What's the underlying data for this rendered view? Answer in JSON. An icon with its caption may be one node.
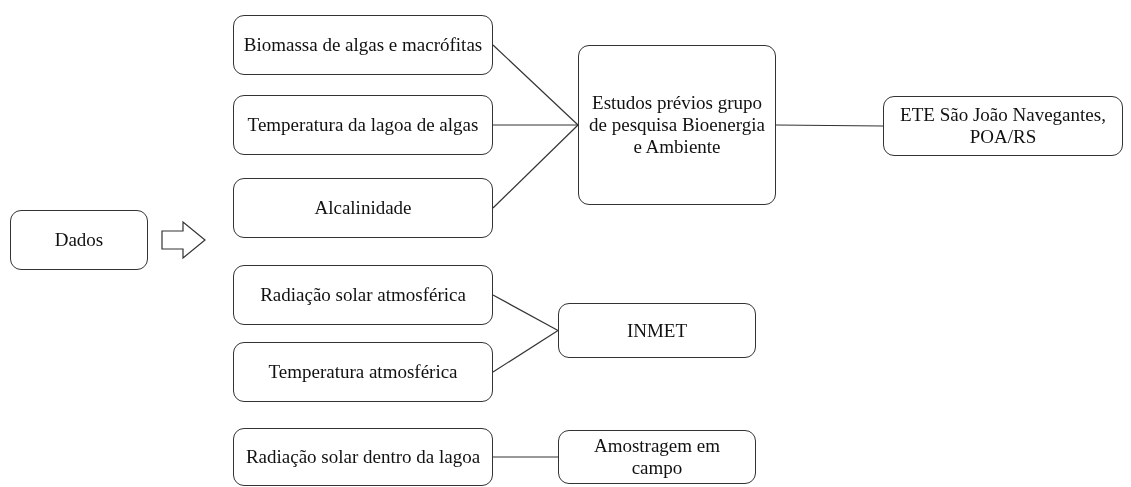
{
  "diagram": {
    "nodes": [
      {
        "text": [
          "Dados"
        ]
      },
      {
        "text": [
          "Biomassa de algas e macrófitas"
        ]
      },
      {
        "text": [
          "Temperatura da lagoa de algas"
        ]
      },
      {
        "text": [
          "Alcalinidade"
        ]
      },
      {
        "text": [
          "Estudos prévios grupo de pesquisa Bioenergia e Ambiente"
        ]
      },
      {
        "text": [
          "ETE São João Navegantes, POA/RS"
        ]
      },
      {
        "text": [
          "Radiação solar atmosférica"
        ]
      },
      {
        "text": [
          "Temperatura atmosférica"
        ]
      },
      {
        "text": [
          "INMET"
        ]
      },
      {
        "text": [
          "Radiação solar dentro da lagoa"
        ]
      },
      {
        "text": [
          "Amostragem em campo"
        ]
      }
    ],
    "edges": [
      {
        "from": 0,
        "to": null,
        "arrow": "to"
      },
      {
        "from": 1,
        "to": 4,
        "arrow": "none"
      },
      {
        "from": 2,
        "to": 4,
        "arrow": "none"
      },
      {
        "from": 3,
        "to": 4,
        "arrow": "none"
      },
      {
        "from": 4,
        "to": 5,
        "arrow": "none"
      },
      {
        "from": 6,
        "to": 8,
        "arrow": "none"
      },
      {
        "from": 7,
        "to": 8,
        "arrow": "none"
      },
      {
        "from": 9,
        "to": 10,
        "arrow": "none"
      }
    ]
  }
}
